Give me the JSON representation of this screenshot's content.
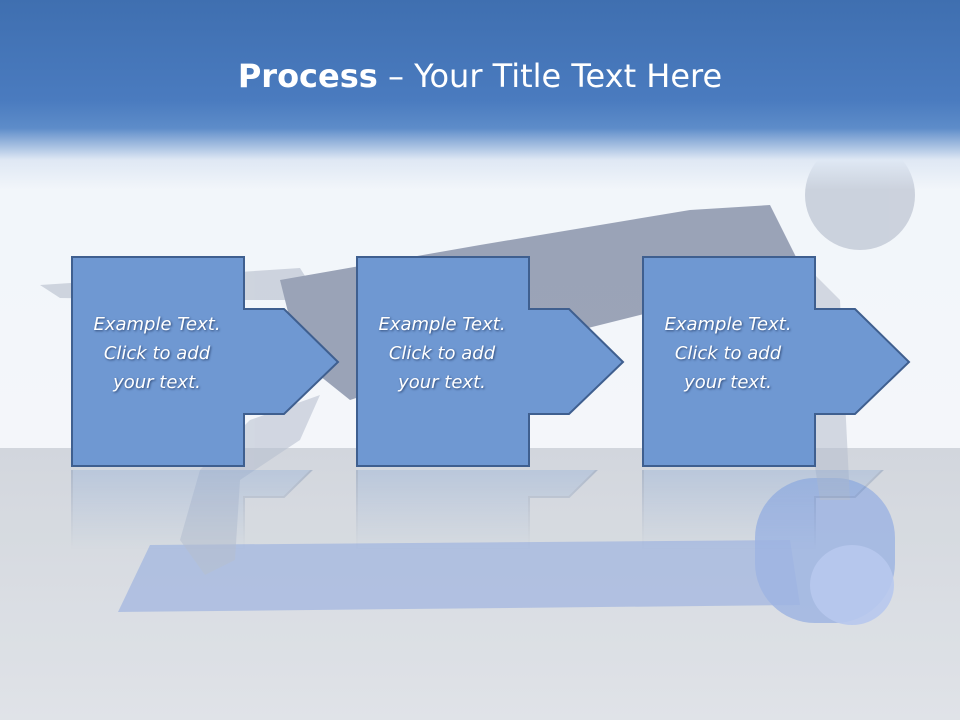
{
  "slide": {
    "title_bold": "Process",
    "title_rest": " – Your Title Text Here"
  },
  "steps": [
    {
      "line1": "Example Text.",
      "line2": "Click  to add",
      "line3": "your text."
    },
    {
      "line1": "Example Text.",
      "line2": "Click  to add",
      "line3": "your text."
    },
    {
      "line1": "Example Text.",
      "line2": "Click  to add",
      "line3": "your text."
    }
  ],
  "colors": {
    "header": "#4a7bbf",
    "shape_fill": "#6f98d2",
    "shape_stroke": "#3f5f8f",
    "text": "#ffffff"
  }
}
